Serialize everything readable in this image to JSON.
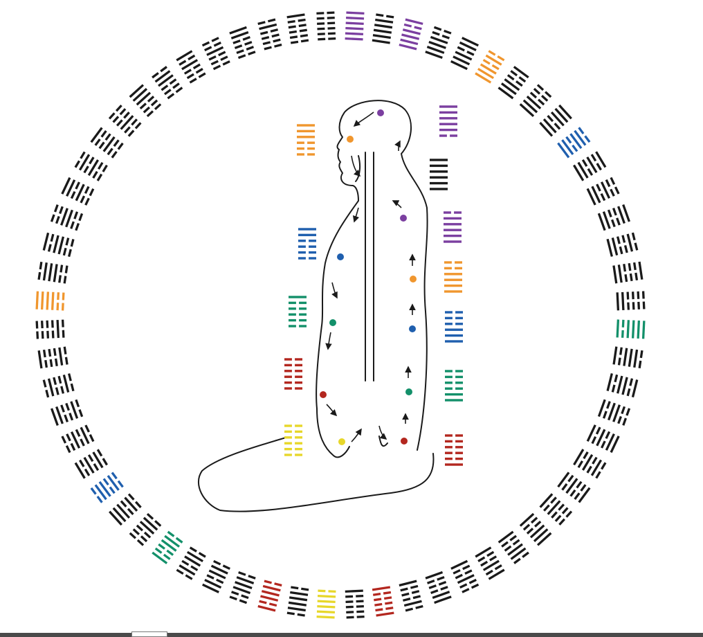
{
  "colors": {
    "ink": "#1a1a1a",
    "purple": "#7b3fa0",
    "orange": "#f0962e",
    "blue": "#1f5fae",
    "green": "#13906a",
    "red": "#b3271f",
    "yellow": "#e7d72a",
    "frame_bar": "#4a4a4a"
  },
  "diagram": {
    "ring_count": 64,
    "ring_hexagrams": [
      "111111",
      "011111",
      "101111",
      "001111",
      "110111",
      "010111",
      "100111",
      "000111",
      "111011",
      "011011",
      "101011",
      "001011",
      "110011",
      "010011",
      "100011",
      "000011",
      "111101",
      "011101",
      "101101",
      "001101",
      "110101",
      "010101",
      "100101",
      "000101",
      "111001",
      "011001",
      "101001",
      "001001",
      "110001",
      "010001",
      "100001",
      "000001",
      "111110",
      "011110",
      "101110",
      "001110",
      "110110",
      "010110",
      "100110",
      "000110",
      "111010",
      "011010",
      "101010",
      "001010",
      "110010",
      "010010",
      "100010",
      "000010",
      "111100",
      "011100",
      "101100",
      "001100",
      "110100",
      "010100",
      "100100",
      "000100",
      "111000",
      "011000",
      "101000",
      "001000",
      "110000",
      "010000",
      "100000",
      "000000"
    ],
    "ring_highlights": [
      {
        "index": 2,
        "color": "purple"
      },
      {
        "index": 0,
        "color": "purple"
      },
      {
        "index": 5,
        "color": "orange"
      },
      {
        "index": 9,
        "color": "blue"
      },
      {
        "index": 16,
        "color": "green"
      },
      {
        "index": 30,
        "color": "red"
      },
      {
        "index": 32,
        "color": "yellow"
      },
      {
        "index": 34,
        "color": "red"
      },
      {
        "index": 38,
        "color": "green"
      },
      {
        "index": 41,
        "color": "blue"
      },
      {
        "index": 48,
        "color": "orange"
      }
    ],
    "body_points": [
      {
        "name": "crown",
        "color": "purple"
      },
      {
        "name": "brow",
        "color": "orange"
      },
      {
        "name": "throat-back",
        "color": "purple"
      },
      {
        "name": "chest-front",
        "color": "blue"
      },
      {
        "name": "upper-back",
        "color": "orange"
      },
      {
        "name": "solar-front",
        "color": "green"
      },
      {
        "name": "mid-back",
        "color": "blue"
      },
      {
        "name": "belly-front",
        "color": "red"
      },
      {
        "name": "lower-back",
        "color": "green"
      },
      {
        "name": "perineum-front",
        "color": "yellow"
      },
      {
        "name": "sacrum",
        "color": "red"
      }
    ],
    "front_column": [
      {
        "color": "orange",
        "lines": "111000"
      },
      {
        "color": "blue",
        "lines": "110000"
      },
      {
        "color": "green",
        "lines": "100000"
      },
      {
        "color": "red",
        "lines": "000000"
      },
      {
        "color": "yellow",
        "lines": "000000"
      }
    ],
    "back_column": [
      {
        "color": "purple",
        "lines": "111110"
      },
      {
        "color": "ink",
        "lines": "111111"
      },
      {
        "color": "purple",
        "lines": "011111"
      },
      {
        "color": "orange",
        "lines": "001111"
      },
      {
        "color": "blue",
        "lines": "000111"
      },
      {
        "color": "green",
        "lines": "000011"
      },
      {
        "color": "red",
        "lines": "000001"
      }
    ]
  }
}
